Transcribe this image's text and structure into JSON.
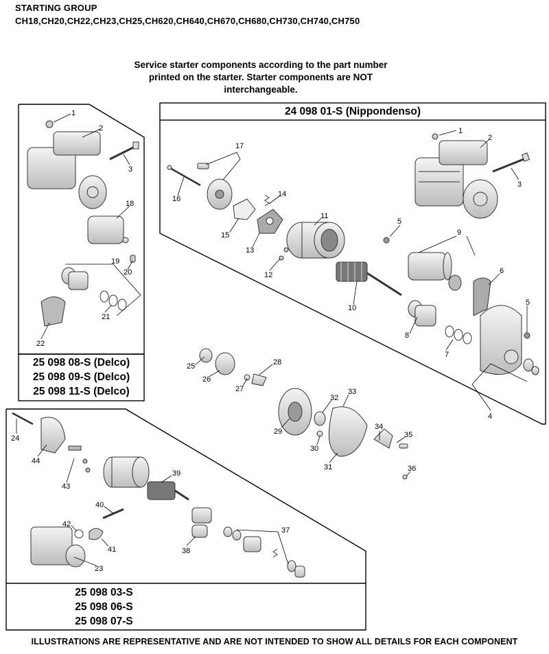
{
  "header": {
    "title": "STARTING GROUP",
    "models": "CH18,CH20,CH22,CH23,CH25,CH620,CH640,CH670,CH680,CH730,CH740,CH750"
  },
  "notice": {
    "line1": "Service starter components according to the part number",
    "line2": "printed on the starter. Starter components are NOT",
    "line3": "interchangeable."
  },
  "nippondenso": {
    "title": "24 098 01-S (Nippondenso)",
    "callouts": [
      "1",
      "2",
      "3",
      "4",
      "5",
      "5",
      "6",
      "7",
      "8",
      "9",
      "10",
      "11",
      "12",
      "13",
      "14",
      "15",
      "16",
      "17"
    ]
  },
  "delco": {
    "parts": [
      "25 098 08-S (Delco)",
      "25 098 09-S (Delco)",
      "25 098 11-S (Delco)"
    ],
    "callouts": [
      "1",
      "2",
      "3",
      "18",
      "19",
      "20",
      "21",
      "22"
    ]
  },
  "bottom": {
    "parts": [
      "25 098 03-S",
      "25 098 06-S",
      "25 098 07-S"
    ],
    "callouts": [
      "23",
      "24",
      "37",
      "38",
      "39",
      "40",
      "41",
      "42",
      "43",
      "44"
    ]
  },
  "loose": {
    "callouts": [
      "25",
      "26",
      "27",
      "28",
      "29",
      "30",
      "31",
      "32",
      "33",
      "34",
      "35",
      "36"
    ]
  },
  "footer": "ILLUSTRATIONS ARE REPRESENTATIVE AND ARE NOT INTENDED TO SHOW ALL DETAILS FOR EACH COMPONENT"
}
